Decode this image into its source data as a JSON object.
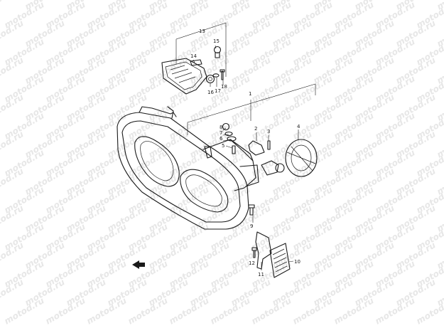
{
  "diagram": {
    "watermark_text": "motod.ru",
    "callouts": [
      {
        "label": "1"
      },
      {
        "label": "2"
      },
      {
        "label": "3"
      },
      {
        "label": "4"
      },
      {
        "label": "5"
      },
      {
        "label": "6"
      },
      {
        "label": "7"
      },
      {
        "label": "8"
      },
      {
        "label": "9"
      },
      {
        "label": "10"
      },
      {
        "label": "11"
      },
      {
        "label": "12"
      },
      {
        "label": "13"
      },
      {
        "label": "14"
      },
      {
        "label": "15"
      },
      {
        "label": "16"
      },
      {
        "label": "17"
      },
      {
        "label": "18"
      }
    ],
    "icons": {
      "front_arrow": "direction-arrow-icon"
    }
  }
}
